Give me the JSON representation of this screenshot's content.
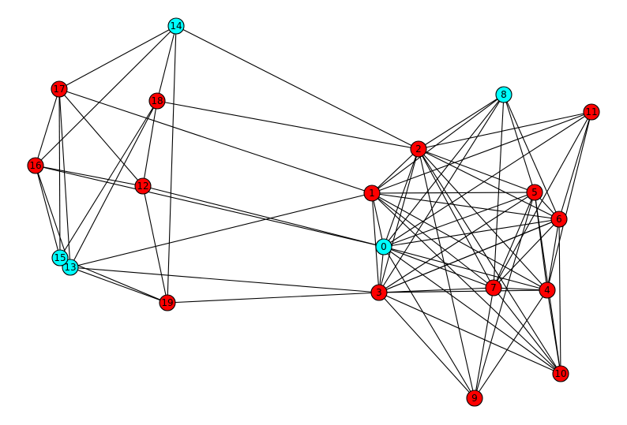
{
  "graph": {
    "colors": {
      "red": "#ff0000",
      "cyan": "#00ffff",
      "edge": "#000000"
    },
    "nodes": [
      {
        "id": "0",
        "group": "cyan"
      },
      {
        "id": "1",
        "group": "red"
      },
      {
        "id": "2",
        "group": "red"
      },
      {
        "id": "3",
        "group": "red"
      },
      {
        "id": "4",
        "group": "red"
      },
      {
        "id": "5",
        "group": "red"
      },
      {
        "id": "6",
        "group": "red"
      },
      {
        "id": "7",
        "group": "red"
      },
      {
        "id": "8",
        "group": "cyan"
      },
      {
        "id": "9",
        "group": "red"
      },
      {
        "id": "10",
        "group": "red"
      },
      {
        "id": "11",
        "group": "red"
      },
      {
        "id": "12",
        "group": "red"
      },
      {
        "id": "13",
        "group": "cyan"
      },
      {
        "id": "14",
        "group": "cyan"
      },
      {
        "id": "15",
        "group": "cyan"
      },
      {
        "id": "16",
        "group": "red"
      },
      {
        "id": "17",
        "group": "red"
      },
      {
        "id": "18",
        "group": "red"
      },
      {
        "id": "19",
        "group": "red"
      }
    ],
    "edges": [
      [
        "14",
        "17"
      ],
      [
        "14",
        "18"
      ],
      [
        "14",
        "16"
      ],
      [
        "14",
        "19"
      ],
      [
        "14",
        "2"
      ],
      [
        "17",
        "16"
      ],
      [
        "17",
        "15"
      ],
      [
        "17",
        "13"
      ],
      [
        "17",
        "12"
      ],
      [
        "17",
        "1"
      ],
      [
        "18",
        "12"
      ],
      [
        "18",
        "15"
      ],
      [
        "18",
        "13"
      ],
      [
        "18",
        "2"
      ],
      [
        "16",
        "12"
      ],
      [
        "16",
        "15"
      ],
      [
        "16",
        "13"
      ],
      [
        "16",
        "0"
      ],
      [
        "12",
        "19"
      ],
      [
        "12",
        "0"
      ],
      [
        "15",
        "13"
      ],
      [
        "15",
        "19"
      ],
      [
        "13",
        "19"
      ],
      [
        "13",
        "3"
      ],
      [
        "13",
        "1"
      ],
      [
        "19",
        "3"
      ],
      [
        "8",
        "2"
      ],
      [
        "8",
        "1"
      ],
      [
        "8",
        "0"
      ],
      [
        "8",
        "3"
      ],
      [
        "8",
        "7"
      ],
      [
        "8",
        "5"
      ],
      [
        "8",
        "6"
      ],
      [
        "11",
        "2"
      ],
      [
        "11",
        "1"
      ],
      [
        "11",
        "0"
      ],
      [
        "11",
        "6"
      ],
      [
        "11",
        "4"
      ],
      [
        "11",
        "7"
      ],
      [
        "2",
        "1"
      ],
      [
        "2",
        "0"
      ],
      [
        "2",
        "3"
      ],
      [
        "2",
        "5"
      ],
      [
        "2",
        "6"
      ],
      [
        "2",
        "7"
      ],
      [
        "2",
        "4"
      ],
      [
        "2",
        "10"
      ],
      [
        "1",
        "5"
      ],
      [
        "1",
        "6"
      ],
      [
        "1",
        "7"
      ],
      [
        "1",
        "4"
      ],
      [
        "1",
        "3"
      ],
      [
        "1",
        "0"
      ],
      [
        "1",
        "10"
      ],
      [
        "0",
        "5"
      ],
      [
        "0",
        "6"
      ],
      [
        "0",
        "7"
      ],
      [
        "0",
        "4"
      ],
      [
        "0",
        "3"
      ],
      [
        "0",
        "9"
      ],
      [
        "0",
        "10"
      ],
      [
        "3",
        "5"
      ],
      [
        "3",
        "6"
      ],
      [
        "3",
        "7"
      ],
      [
        "3",
        "4"
      ],
      [
        "3",
        "9"
      ],
      [
        "3",
        "10"
      ],
      [
        "5",
        "6"
      ],
      [
        "5",
        "7"
      ],
      [
        "5",
        "4"
      ],
      [
        "5",
        "10"
      ],
      [
        "5",
        "9"
      ],
      [
        "6",
        "7"
      ],
      [
        "6",
        "4"
      ],
      [
        "6",
        "3"
      ],
      [
        "6",
        "10"
      ],
      [
        "7",
        "4"
      ],
      [
        "7",
        "9"
      ],
      [
        "7",
        "10"
      ],
      [
        "4",
        "9"
      ],
      [
        "4",
        "10"
      ],
      [
        "9",
        "2"
      ]
    ]
  }
}
